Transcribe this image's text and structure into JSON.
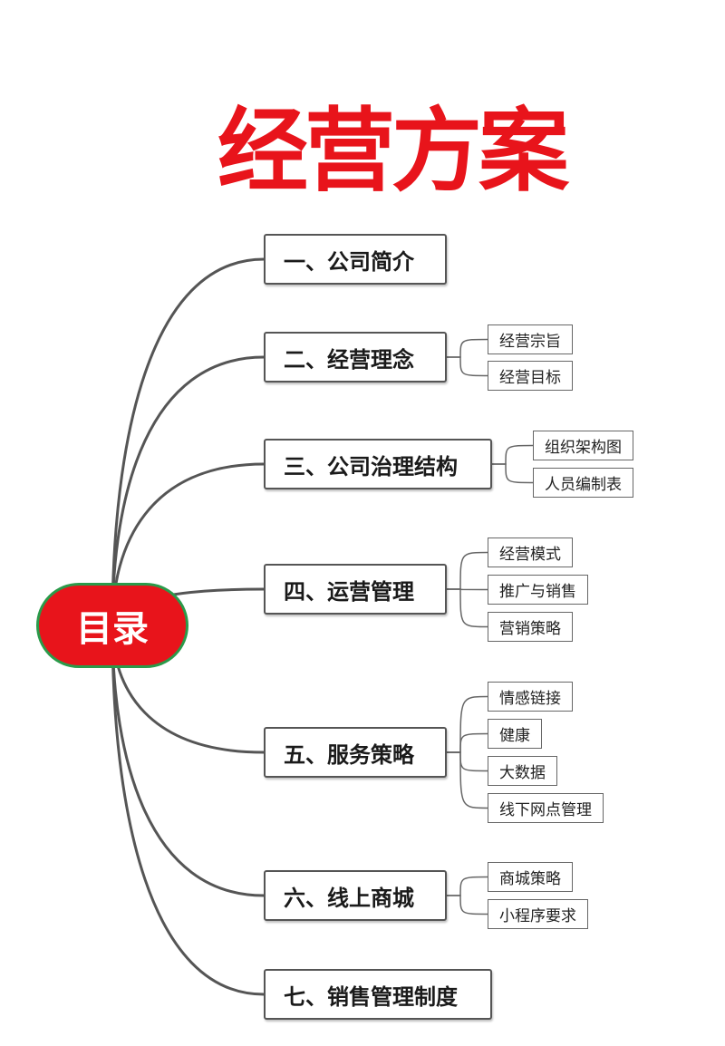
{
  "title": "经营方案",
  "root": {
    "label": "目录"
  },
  "sections": [
    {
      "label": "一、公司简介",
      "children": []
    },
    {
      "label": "二、经营理念",
      "children": [
        "经营宗旨",
        "经营目标"
      ]
    },
    {
      "label": "三、公司治理结构",
      "children": [
        "组织架构图",
        "人员编制表"
      ]
    },
    {
      "label": "四、运营管理",
      "children": [
        "经营模式",
        "推广与销售",
        "营销策略"
      ]
    },
    {
      "label": "五、服务策略",
      "children": [
        "情感链接",
        "健康",
        "大数据",
        "线下网点管理"
      ]
    },
    {
      "label": "六、线上商城",
      "children": [
        "商城策略",
        "小程序要求"
      ]
    },
    {
      "label": "七、销售管理制度",
      "children": []
    }
  ],
  "colors": {
    "title": "#e8141b",
    "root_fill": "#e8141b",
    "root_border": "#2a9a4a",
    "line": "#555555"
  }
}
